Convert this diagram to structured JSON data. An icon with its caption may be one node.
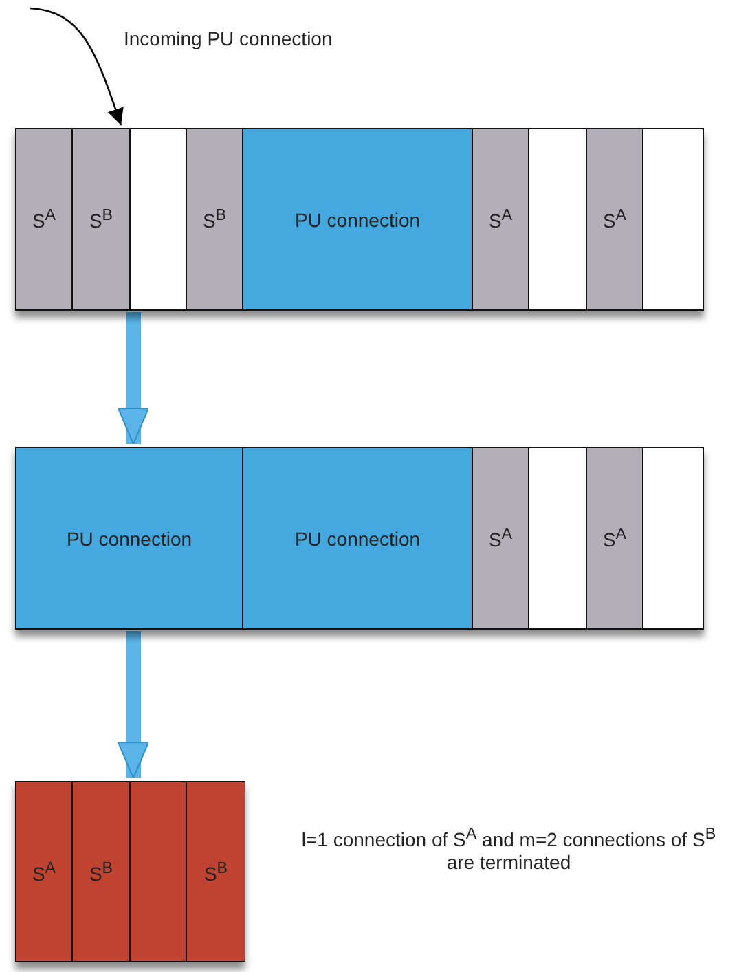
{
  "diagram": {
    "nodes": [
      {
        "text": [],
        "shape": "bar"
      },
      {
        "text": [
          "S$^{A}$"
        ],
        "in": 0
      },
      {
        "text": [
          "S$^{B}$"
        ],
        "in": 0
      },
      {
        "text": [],
        "shape": "box",
        "in": 0
      },
      {
        "text": [
          "S$^{B}$"
        ],
        "in": 0
      },
      {
        "text": [
          "PU connection"
        ],
        "in": 0
      },
      {
        "text": [
          "S$^{A}$"
        ],
        "in": 0
      },
      {
        "text": [],
        "shape": "box",
        "in": 0
      },
      {
        "text": [
          "S$^{A}$"
        ],
        "in": 0
      },
      {
        "text": [],
        "shape": "box",
        "in": 0
      },
      {
        "text": [],
        "shape": "bar"
      },
      {
        "text": [
          "PU connection"
        ],
        "in": 10
      },
      {
        "text": [
          "PU connection"
        ],
        "in": 10
      },
      {
        "text": [
          "S$^{A}$"
        ],
        "in": 10
      },
      {
        "text": [],
        "shape": "box",
        "in": 10
      },
      {
        "text": [
          "S$^{A}$"
        ],
        "in": 10
      },
      {
        "text": [],
        "shape": "box",
        "in": 10
      },
      {
        "text": [],
        "shape": "bar"
      },
      {
        "text": [
          "S$^{A}$"
        ],
        "in": 17
      },
      {
        "text": [
          "S$^{B}$"
        ],
        "in": 17
      },
      {
        "text": [],
        "shape": "box",
        "in": 17
      },
      {
        "text": [
          "S$^{B}$"
        ],
        "in": 17
      }
    ],
    "edges": [
      {
        "from": null,
        "to": 0,
        "arrow": "to",
        "label": "Incoming PU connection",
        "color": "#000000"
      },
      {
        "from": 0,
        "to": 10,
        "arrow": "to"
      },
      {
        "from": 10,
        "to": 17,
        "arrow": "to"
      }
    ],
    "labels": [
      "l=1 connection of S$^{A}$ and m=2 connections of S$^{B}$ are terminated"
    ]
  }
}
